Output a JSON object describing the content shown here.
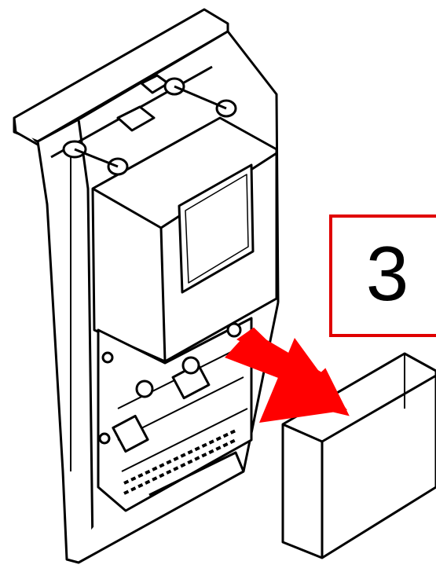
{
  "step": {
    "number": "3",
    "frame_color": "#e00000"
  },
  "arrow": {
    "color": "#ff0000",
    "meaning": "remove-cover"
  },
  "icons": [
    "device-housing-illustration",
    "cover-removal-arrow",
    "removed-cover-illustration"
  ]
}
